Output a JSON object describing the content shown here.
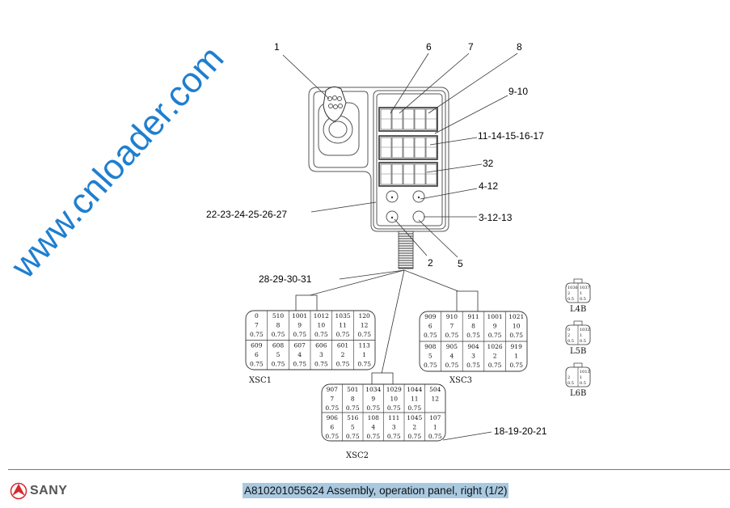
{
  "callouts": {
    "c1": "1",
    "c6": "6",
    "c7": "7",
    "c8": "8",
    "c9_10": "9-10",
    "c11_17": "11-14-15-16-17",
    "c32": "32",
    "c4_12": "4-12",
    "c3_12_13": "3-12-13",
    "c22_27": "22-23-24-25-26-27",
    "c2": "2",
    "c5": "5",
    "c28_31": "28-29-30-31",
    "c18_21": "18-19-20-21"
  },
  "connectors": {
    "XSC1": {
      "label": "XSC1",
      "top": [
        [
          "0",
          "7",
          "0.75"
        ],
        [
          "510",
          "8",
          "0.75"
        ],
        [
          "1001",
          "9",
          "0.75"
        ],
        [
          "1012",
          "10",
          "0.75"
        ],
        [
          "1035",
          "11",
          "0.75"
        ],
        [
          "120",
          "12",
          "0.75"
        ]
      ],
      "bottom": [
        [
          "609",
          "6",
          "0.75"
        ],
        [
          "608",
          "5",
          "0.75"
        ],
        [
          "607",
          "4",
          "0.75"
        ],
        [
          "606",
          "3",
          "0.75"
        ],
        [
          "601",
          "2",
          "0.75"
        ],
        [
          "113",
          "1",
          "0.75"
        ]
      ]
    },
    "XSC3": {
      "label": "XSC3",
      "top": [
        [
          "909",
          "6",
          "0.75"
        ],
        [
          "910",
          "7",
          "0.75"
        ],
        [
          "911",
          "8",
          "0.75"
        ],
        [
          "1001",
          "9",
          "0.75"
        ],
        [
          "1021",
          "10",
          "0.75"
        ]
      ],
      "bottom": [
        [
          "908",
          "5",
          "0.75"
        ],
        [
          "905",
          "4",
          "0.75"
        ],
        [
          "904",
          "3",
          "0.75"
        ],
        [
          "1026",
          "2",
          "0.75"
        ],
        [
          "919",
          "1",
          "0.75"
        ]
      ]
    },
    "XSC2": {
      "label": "XSC2",
      "top": [
        [
          "907",
          "7",
          "0.75"
        ],
        [
          "501",
          "8",
          "0.75"
        ],
        [
          "1034",
          "9",
          "0.75"
        ],
        [
          "1029",
          "10",
          "0.75"
        ],
        [
          "1044",
          "11",
          "0.75"
        ],
        [
          "504",
          "12",
          ""
        ]
      ],
      "bottom": [
        [
          "906",
          "6",
          "0.75"
        ],
        [
          "516",
          "5",
          "0.75"
        ],
        [
          "108",
          "4",
          "0.75"
        ],
        [
          "111",
          "3",
          "0.75"
        ],
        [
          "1045",
          "2",
          "0.75"
        ],
        [
          "107",
          "1",
          "0.75"
        ]
      ]
    }
  },
  "small_connectors": [
    {
      "label": "L4B",
      "left": [
        "1036",
        "2",
        "0.5"
      ],
      "right": [
        "1037",
        "1",
        "0.5"
      ]
    },
    {
      "label": "L5B",
      "left": [
        "0",
        "2",
        "0.5"
      ],
      "right": [
        "1032",
        "1",
        "0.5"
      ]
    },
    {
      "label": "L6B",
      "left": [
        "",
        "2",
        "0.5"
      ],
      "right": [
        "1013",
        "1",
        "0.5"
      ]
    }
  ],
  "watermark": "www.cnloader.com",
  "footer": {
    "brand": "SANY",
    "brand_color": "#d7282f",
    "title": "A810201055624 Assembly, operation panel, right (1/2)",
    "title_highlight": "#a9c9e0"
  }
}
